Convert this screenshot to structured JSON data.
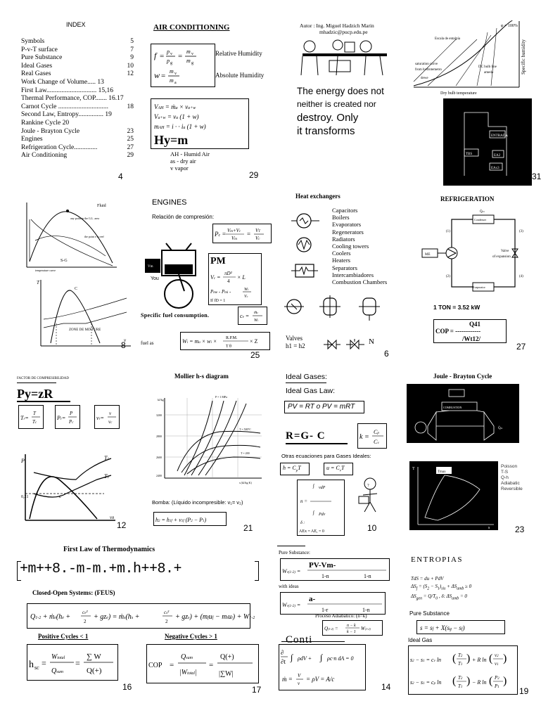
{
  "index": {
    "title": "INDEX",
    "entries": [
      {
        "label": "Symbols",
        "page": "5"
      },
      {
        "label": "P-v-T surface",
        "page": "7"
      },
      {
        "label": "Pure Substance",
        "page": "9"
      },
      {
        "label": "Ideal Gases",
        "page": "10"
      },
      {
        "label": "Real Gases",
        "page": "12"
      },
      {
        "label": "Work Change of Volume..... 13",
        "page": ""
      },
      {
        "label": "First Law.............................. 15,16",
        "page": ""
      },
      {
        "label": "Thermal Performance, COP....... 16.17",
        "page": ""
      },
      {
        "label": "Carnot Cycle ..............................",
        "page": "18"
      },
      {
        "label": "Second Law, Entropy............... 19",
        "page": ""
      },
      {
        "label": "Rankine Cycle 20",
        "page": ""
      },
      {
        "label": "Joule - Brayton Cycle",
        "page": "23"
      },
      {
        "label": "Engines",
        "page": "25"
      },
      {
        "label": "Refrigeration Cycle..............",
        "page": "27"
      },
      {
        "label": "Air Conditioning",
        "page": "29"
      }
    ],
    "page_number": "4"
  },
  "air_conditioning": {
    "title": "AIR CONDITIONING",
    "relative_humidity": "Relative Humidity",
    "absolute_humidity": "Absolute Humidity",
    "hy_m": "Hy=m",
    "legend": [
      "AH - Humid Air",
      "as  -  dry  air",
      "v    vapor"
    ],
    "page_number": "29"
  },
  "author": {
    "line1": "Autor : Ing. Miguel Hadzich Marin",
    "line2": "mhadzic@pucp.edu.pe",
    "quote": [
      "The energy does not",
      "neither is created nor",
      "destroy. Only",
      "it transforms"
    ]
  },
  "psychro": {
    "dry_bulb": "Dry bulb temperature",
    "specific_humidity": "Specific humidity",
    "page_number": "31"
  },
  "pvt": {
    "fluid": "Fluid",
    "sg": "S-G",
    "zone": "ZONE DE MIXTURE",
    "page_number": "8"
  },
  "engines": {
    "title": "ENGINES",
    "compression": "Relación de compresión:",
    "pm": "PM",
    "sfc": "Specific fuel consumption.",
    "rpm": "R.P.M.",
    "page_number": "25"
  },
  "heat_exchangers": {
    "title": "Heat exchangers",
    "items": [
      "Capacitors",
      "Boilers",
      "Evaporators",
      "Regenerators",
      "Radiators",
      "Cooling towers",
      "Coolers",
      "Heaters",
      "Separators",
      "Intercambiadores",
      "Combustion Chambers"
    ],
    "valves": "Valves",
    "h1h2": "h1 = h2",
    "n": "N",
    "page_number": "6"
  },
  "refrigeration": {
    "title": "REFRIGERATION",
    "ton": "1 TON = 3.52 kW",
    "cop_num": "Q41",
    "cop_label": "COP = ------------",
    "cop_den": "/Wt12/",
    "valve": "Valve of expansion",
    "me": "ME",
    "page_number": "27"
  },
  "real_gases": {
    "pyzr": "Py=zR",
    "page_number": "12"
  },
  "mollier": {
    "title": "Mollier h-s diagram",
    "bomba": "Bomba: (Líquido incompresible: v₁= v₂)",
    "page_number": "21"
  },
  "ideal_gases": {
    "title": "Ideal Gases:",
    "law": "Ideal Gas Law:",
    "rgc": "R=G- C",
    "otras": "Otras ecuaciones para Gases Ideales:",
    "ae": "AEx = AE, = 0",
    "page_number": "10"
  },
  "joule": {
    "title": "Joule - Brayton Cycle",
    "legend": [
      "Poisson",
      "T-S",
      "Q-h",
      "Adiabatic",
      "Reversible"
    ],
    "page_number": "23"
  },
  "first_law": {
    "title": "First Law of Thermodynamics",
    "eq": "+m++8.-m-m.+m.h++8.+",
    "closed_open": "Closed-Open Systems: (FEUS)",
    "positive": "Positive Cycles < 1",
    "negative": "Negative Cycles > 1",
    "page16": "16",
    "page17": "17"
  },
  "pure_substance": {
    "label": "Pure Substance:",
    "pvvm": "PV-Vm-",
    "with_ideas": "with ideas",
    "adiabatic": "Proceso Adiabático: (n=k)",
    "conti": "Conti",
    "page_number": "14"
  },
  "entropias": {
    "title": "ENTROPIAS",
    "pure": "Pure Substance",
    "ideal": "Ideal Gas",
    "page_number": "19"
  }
}
